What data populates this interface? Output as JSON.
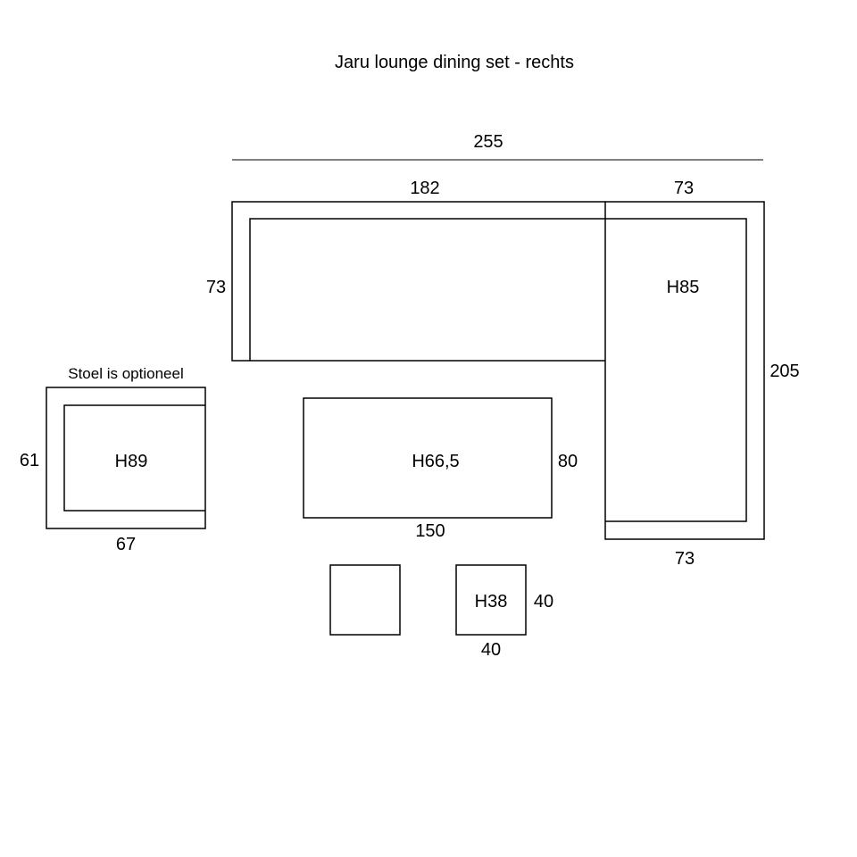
{
  "title": "Jaru lounge dining set - rechts",
  "overall_width": "255",
  "sofa": {
    "length": "182",
    "depth": "73",
    "height": "H85"
  },
  "corner": {
    "width_top": "73",
    "length": "205",
    "width_bottom": "73"
  },
  "chair": {
    "note": "Stoel is optioneel",
    "depth": "61",
    "width": "67",
    "height": "H89"
  },
  "table": {
    "width": "150",
    "depth": "80",
    "height": "H66,5"
  },
  "stool": {
    "width": "40",
    "depth": "40",
    "height": "H38"
  },
  "colors": {
    "line": "#000000",
    "background": "#ffffff"
  }
}
